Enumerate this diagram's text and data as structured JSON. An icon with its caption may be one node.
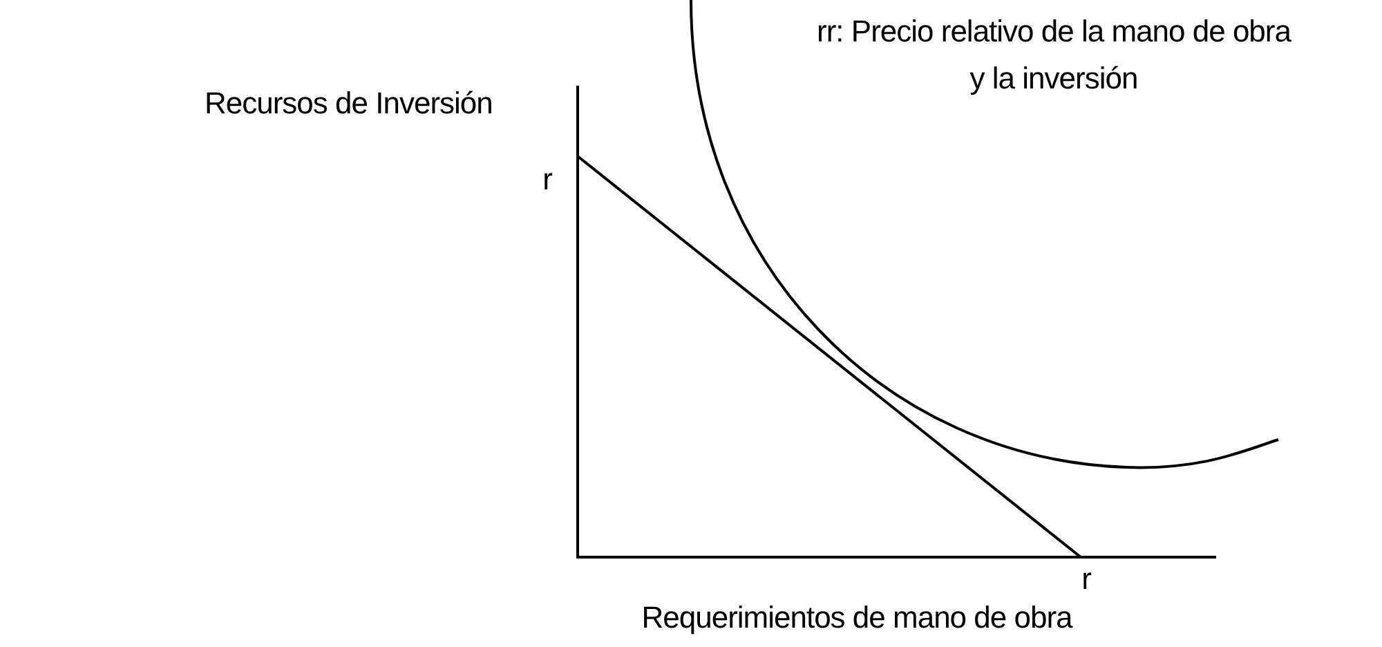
{
  "diagram": {
    "labels": [
      "rr: Precio relativo de la mano de obra y la inversión",
      "Recursos de Inversión",
      "r",
      "r",
      "Requerimientos de mano de obra"
    ]
  }
}
